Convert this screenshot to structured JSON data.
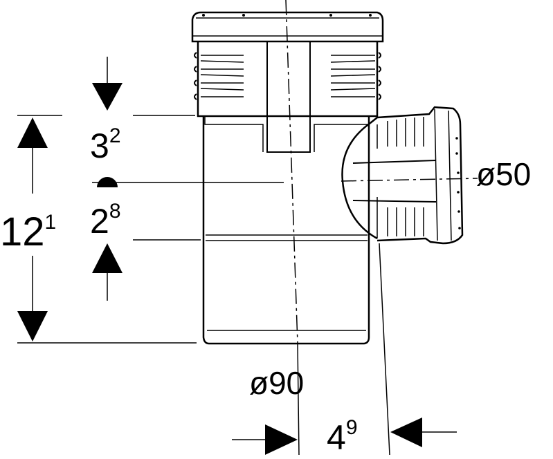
{
  "dimensions": {
    "total_height": {
      "main": "12",
      "sup": "1"
    },
    "upper_offset": {
      "main": "3",
      "sup": "2"
    },
    "lower_offset": {
      "main": "2",
      "sup": "8"
    },
    "branch_diameter": "ø50",
    "main_diameter": "ø90",
    "branch_offset": {
      "main": "4",
      "sup": "9"
    }
  },
  "colors": {
    "line": "#000000",
    "background": "#ffffff"
  }
}
